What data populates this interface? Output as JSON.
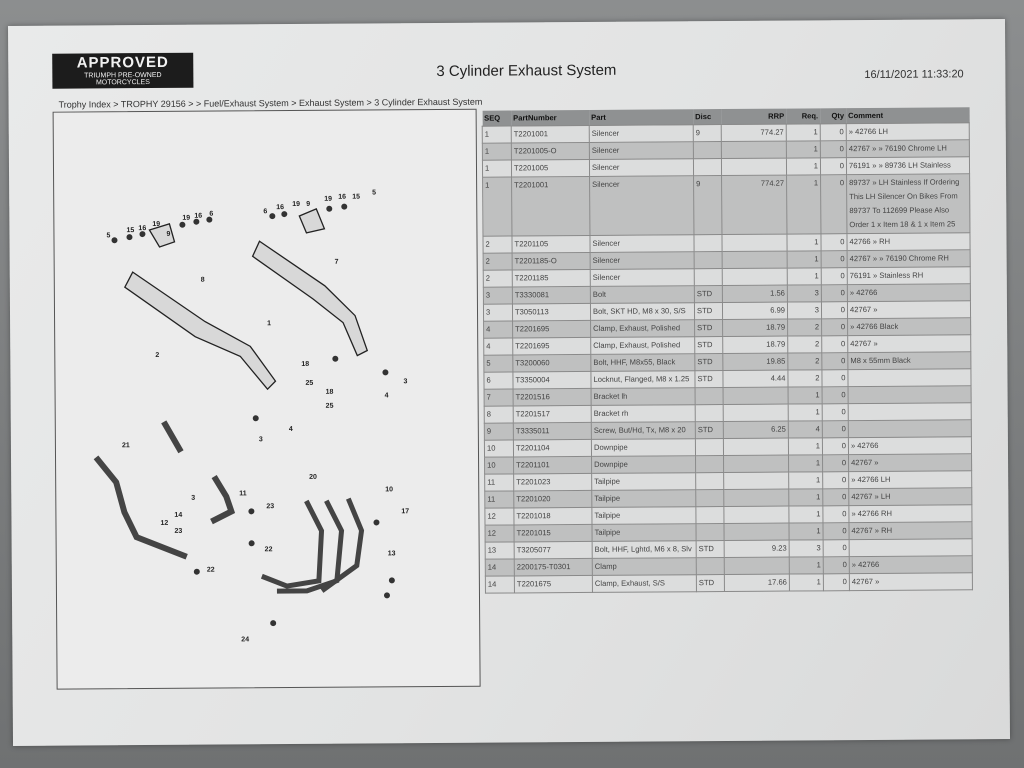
{
  "header": {
    "logo_main": "APPROVED",
    "logo_sub1": "TRIUMPH PRE-OWNED",
    "logo_sub2": "MOTORCYCLES",
    "title": "3 Cylinder Exhaust System",
    "datetime": "16/11/2021  11:33:20"
  },
  "breadcrumb": "Trophy Index > TROPHY 29156 > > Fuel/Exhaust System > Exhaust System > 3 Cylinder Exhaust System",
  "diagram": {
    "callouts": [
      "5",
      "15",
      "16",
      "19",
      "9",
      "19",
      "16",
      "6",
      "8",
      "6",
      "16",
      "19",
      "9",
      "19",
      "16",
      "15",
      "5",
      "7",
      "1",
      "2",
      "18",
      "25",
      "18",
      "25",
      "3",
      "4",
      "3",
      "4",
      "21",
      "3",
      "11",
      "23",
      "14",
      "23",
      "12",
      "22",
      "22",
      "20",
      "10",
      "17",
      "13",
      "24"
    ]
  },
  "table": {
    "columns": [
      "SEQ",
      "PartNumber",
      "Part",
      "Disc",
      "RRP",
      "Req.",
      "Qty",
      "Comment"
    ],
    "rows": [
      [
        "1",
        "T2201001",
        "Silencer",
        "9",
        "774.27",
        "1",
        "0",
        "» 42766 LH"
      ],
      [
        "1",
        "T2201005-O",
        "Silencer",
        "",
        "",
        "1",
        "0",
        "42767 »  » 76190 Chrome LH"
      ],
      [
        "1",
        "T2201005",
        "Silencer",
        "",
        "",
        "1",
        "0",
        "76191 »  » 89736 LH Stainless"
      ],
      [
        "1",
        "T2201001",
        "Silencer",
        "9",
        "774.27",
        "1",
        "0",
        "89737 » LH Stainless If Ordering This LH Silencer On Bikes From 89737 To 112699 Please Also Order 1 x Item 18 & 1 x Item 25"
      ],
      [
        "2",
        "T2201105",
        "Silencer",
        "",
        "",
        "1",
        "0",
        "42766 » RH"
      ],
      [
        "2",
        "T2201185-O",
        "Silencer",
        "",
        "",
        "1",
        "0",
        "42767 »  » 76190 Chrome RH"
      ],
      [
        "2",
        "T2201185",
        "Silencer",
        "",
        "",
        "1",
        "0",
        "76191 » Stainless RH"
      ],
      [
        "3",
        "T3330081",
        "Bolt",
        "STD",
        "1.56",
        "3",
        "0",
        "» 42766"
      ],
      [
        "3",
        "T3050113",
        "Bolt, SKT HD, M8 x 30, S/S",
        "STD",
        "6.99",
        "3",
        "0",
        "42767 »"
      ],
      [
        "4",
        "T2201695",
        "Clamp, Exhaust, Polished",
        "STD",
        "18.79",
        "2",
        "0",
        "» 42766 Black"
      ],
      [
        "4",
        "T2201695",
        "Clamp, Exhaust, Polished",
        "STD",
        "18.79",
        "2",
        "0",
        "42767 »"
      ],
      [
        "5",
        "T3200060",
        "Bolt, HHF, M8x55, Black",
        "STD",
        "19.85",
        "2",
        "0",
        "M8 x 55mm Black"
      ],
      [
        "6",
        "T3350004",
        "Locknut, Flanged, M8 x 1.25",
        "STD",
        "4.44",
        "2",
        "0",
        ""
      ],
      [
        "7",
        "T2201516",
        "Bracket lh",
        "",
        "",
        "1",
        "0",
        ""
      ],
      [
        "8",
        "T2201517",
        "Bracket rh",
        "",
        "",
        "1",
        "0",
        ""
      ],
      [
        "9",
        "T3335011",
        "Screw, But/Hd, Tx, M8 x 20",
        "STD",
        "6.25",
        "4",
        "0",
        ""
      ],
      [
        "10",
        "T2201104",
        "Downpipe",
        "",
        "",
        "1",
        "0",
        "» 42766"
      ],
      [
        "10",
        "T2201101",
        "Downpipe",
        "",
        "",
        "1",
        "0",
        "42767 »"
      ],
      [
        "11",
        "T2201023",
        "Tailpipe",
        "",
        "",
        "1",
        "0",
        "» 42766 LH"
      ],
      [
        "11",
        "T2201020",
        "Tailpipe",
        "",
        "",
        "1",
        "0",
        "42767 » LH"
      ],
      [
        "12",
        "T2201018",
        "Tailpipe",
        "",
        "",
        "1",
        "0",
        "» 42766 RH"
      ],
      [
        "12",
        "T2201015",
        "Tailpipe",
        "",
        "",
        "1",
        "0",
        "42767 » RH"
      ],
      [
        "13",
        "T3205077",
        "Bolt, HHF, Lghtd, M6 x 8, Slv",
        "STD",
        "9.23",
        "3",
        "0",
        ""
      ],
      [
        "14",
        "2200175-T0301",
        "Clamp",
        "",
        "",
        "1",
        "0",
        "» 42766"
      ],
      [
        "14",
        "T2201675",
        "Clamp, Exhaust, S/S",
        "STD",
        "17.66",
        "1",
        "0",
        "42767 »"
      ]
    ]
  }
}
